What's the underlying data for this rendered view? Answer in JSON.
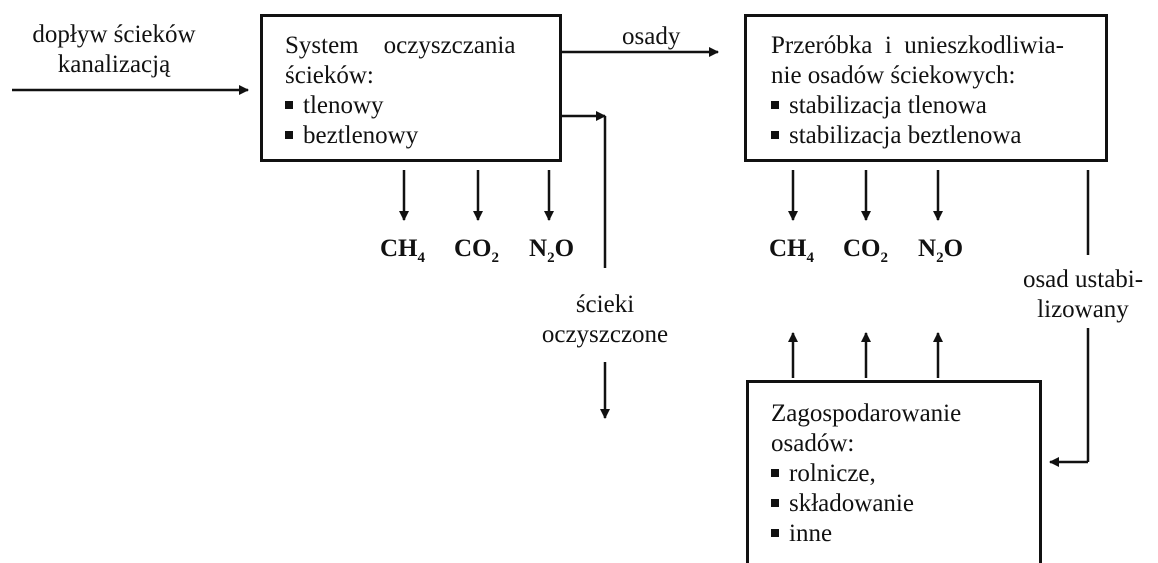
{
  "inflow_label": [
    "dopływ ścieków",
    "kanalizacją"
  ],
  "treatment_box": {
    "title": [
      "System    oczyszczania",
      "ścieków:"
    ],
    "items": [
      "tlenowy",
      "beztlenowy"
    ]
  },
  "sludge_label": "osady",
  "sludge_box": {
    "title": [
      "Przeróbka  i  unieszkodliwia-",
      "nie osadów ściekowych:"
    ],
    "items": [
      "stabilizacja tlenowa",
      "stabilizacja beztlenowa"
    ]
  },
  "treated_label": [
    "ścieki",
    "oczyszczone"
  ],
  "stabilized_label": [
    "osad ustabi-",
    "lizowany"
  ],
  "management_box": {
    "title": [
      "Zagospodarowanie",
      "osadów:"
    ],
    "items": [
      "rolnicze,",
      "składowanie",
      "inne"
    ]
  },
  "gases_left": [
    {
      "base": "CH",
      "sub": "4",
      "tail": ""
    },
    {
      "base": "CO",
      "sub": "2",
      "tail": ""
    },
    {
      "base": "N",
      "sub": "2",
      "tail": "O"
    }
  ],
  "gases_right": [
    {
      "base": "CH",
      "sub": "4",
      "tail": ""
    },
    {
      "base": "CO",
      "sub": "2",
      "tail": ""
    },
    {
      "base": "N",
      "sub": "2",
      "tail": "O"
    }
  ]
}
